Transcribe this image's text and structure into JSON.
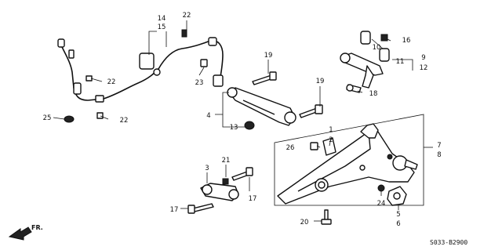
{
  "diagram_code": "S033-B2900",
  "direction_label": "FR.",
  "callouts": {
    "n1": "1",
    "n2": "2",
    "n3": "3",
    "n4": "4",
    "n5": "5",
    "n6": "6",
    "n7": "7",
    "n8": "8",
    "n9": "9",
    "n10": "10",
    "n11": "11",
    "n12": "12",
    "n13": "13",
    "n14": "14",
    "n15": "15",
    "n16": "16",
    "n17a": "17",
    "n17b": "17",
    "n18": "18",
    "n19a": "19",
    "n19b": "19",
    "n20": "20",
    "n21": "21",
    "n22a": "22",
    "n22b": "22",
    "n22c": "22",
    "n23": "23",
    "n24": "24",
    "n25": "25",
    "n26": "26"
  }
}
